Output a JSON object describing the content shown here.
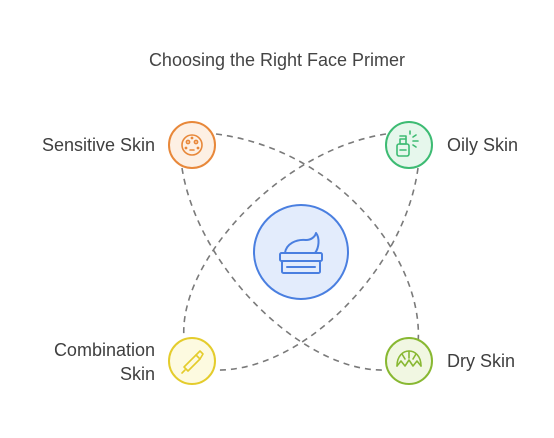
{
  "title": "Choosing the Right Face Primer",
  "center": {
    "icon": "primer-jar-icon"
  },
  "nodes": [
    {
      "key": "sensitive",
      "label": "Sensitive Skin",
      "icon": "sensitive-face-icon",
      "color": "#e8883a",
      "fill": "#fdf0e4"
    },
    {
      "key": "oily",
      "label": "Oily Skin",
      "icon": "oil-spray-bottle-icon",
      "color": "#3dbb73",
      "fill": "#e6f7ec"
    },
    {
      "key": "combination",
      "label": "Combination Skin",
      "label_lines": [
        "Combination",
        "Skin"
      ],
      "icon": "lipstick-icon",
      "color": "#e4cc2c",
      "fill": "#fdfae0"
    },
    {
      "key": "dry",
      "label": "Dry Skin",
      "icon": "dry-skin-icon",
      "color": "#88b832",
      "fill": "#f1f7e2"
    }
  ],
  "colors": {
    "center_stroke": "#4a7fe0",
    "center_fill": "#e3ecfc",
    "connector": "#7a7a7a",
    "text": "#3f3f3f"
  }
}
